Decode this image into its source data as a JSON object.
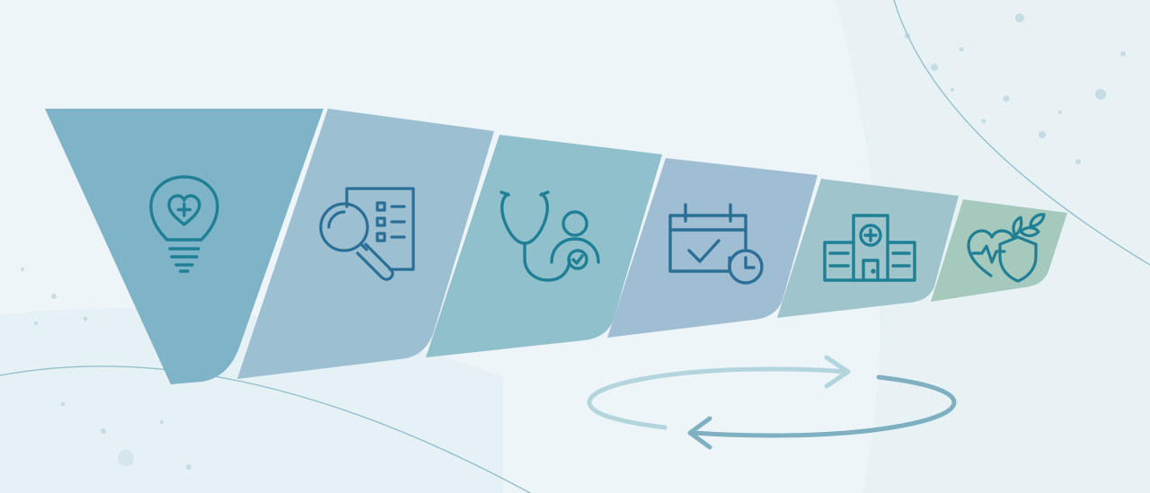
{
  "diagram": {
    "type": "care-pathway-funnel",
    "stages": [
      {
        "id": "idea",
        "icon": "lightbulb-heart-icon",
        "fill": "#7fb3c8"
      },
      {
        "id": "research",
        "icon": "magnifier-checklist-icon",
        "fill": "#9dbfd2"
      },
      {
        "id": "consultation",
        "icon": "stethoscope-patient-icon",
        "fill": "#90c0cc"
      },
      {
        "id": "scheduling",
        "icon": "calendar-clock-icon",
        "fill": "#9fbdd3"
      },
      {
        "id": "hospital",
        "icon": "hospital-building-icon",
        "fill": "#9fc4cb"
      },
      {
        "id": "wellbeing",
        "icon": "heart-shield-leaves-icon",
        "fill": "#a5c9bd"
      }
    ],
    "cycle": {
      "icon": "cycle-arrows-icon",
      "color_front": "#7fb0c2",
      "color_back": "#b3d5dd"
    },
    "colors": {
      "background": "#eef5f8",
      "icon_stroke": "#1f7f94",
      "icon_stroke_blue": "#2b6f97",
      "accent_line": "#8fbccb"
    }
  }
}
